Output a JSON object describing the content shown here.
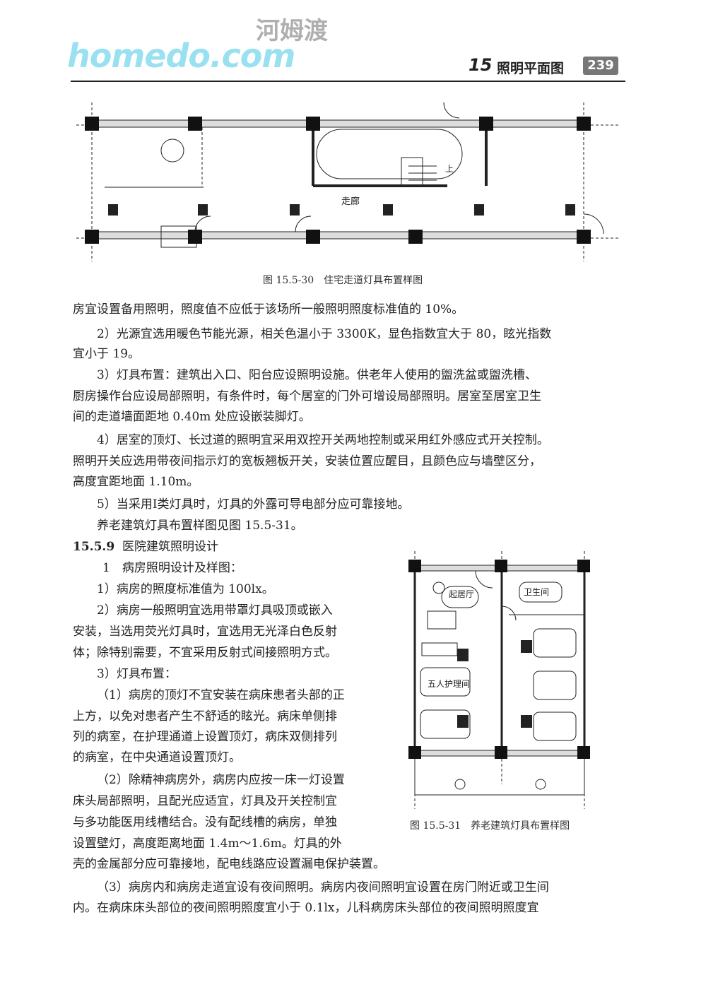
{
  "header": {
    "chapter_number": "15",
    "chapter_title": "照明平面图",
    "page_number": "239"
  },
  "figure1": {
    "corridor_label": "走廊",
    "stair_label": "上",
    "caption": "图 15.5-30　住宅走道灯具布置样图"
  },
  "figure2": {
    "living_label": "起居厅",
    "bath_label": "卫生间",
    "care_label": "五人护理间",
    "caption": "图 15.5-31　养老建筑灯具布置样图"
  },
  "body": {
    "p1": "房宜设置备用照明，照度值不应低于该场所一般照明照度标准值的 10%。",
    "p2a": "2）光源宜选用暖色节能光源，相关色温小于 3300K，显色指数宜大于 80，眩光指数",
    "p2b": "宜小于 19。",
    "p3a": "3）灯具布置：建筑出入口、阳台应设照明设施。供老年人使用的盥洗盆或盥洗槽、",
    "p3b": "厨房操作台应设局部照明，有条件时，每个居室的门外可增设局部照明。居室至居室卫生",
    "p3c": "间的走道墙面距地 0.40m 处应设嵌装脚灯。",
    "p4a": "4）居室的顶灯、长过道的照明宜采用双控开关两地控制或采用红外感应式开关控制。",
    "p4b": "照明开关应选用带夜间指示灯的宽板翘板开关，安装位置应醒目，且颜色应与墙壁区分，",
    "p4c": "高度宜距地面 1.10m。",
    "p5": "5）当采用Ⅰ类灯具时，灯具的外露可导电部分应可靠接地。",
    "p6": "养老建筑灯具布置样图见图 15.5-31。",
    "sec_num": "15.5.9",
    "sec_title": "医院建筑照明设计",
    "s1": "1　病房照明设计及样图：",
    "s2": "1）病房的照度标准值为 100lx。",
    "s3a": "2）病房一般照明宜选用带罩灯具吸顶或嵌入",
    "s3b": "安装，当选用荧光灯具时，宜选用无光泽白色反射",
    "s3c": "体；除特别需要，不宜采用反射式间接照明方式。",
    "s4": "3）灯具布置：",
    "s5a": "（1）病房的顶灯不宜安装在病床患者头部的正",
    "s5b": "上方，以免对患者产生不舒适的眩光。病床单侧排",
    "s5c": "列的病室，在护理通道上设置顶灯，病床双侧排列",
    "s5d": "的病室，在中央通道设置顶灯。",
    "s6a": "（2）除精神病房外，病房内应按一床一灯设置",
    "s6b": "床头局部照明，且配光应适宜，灯具及开关控制宜",
    "s6c": "与多功能医用线槽结合。没有配线槽的病房，单独",
    "s6d": "设置壁灯，高度距离地面 1.4m～1.6m。灯具的外",
    "s6e": "壳的金属部分应可靠接地，配电线路应设置漏电保护装置。",
    "s7a": "（3）病房内和病房走道宜设有夜间照明。病房内夜间照明宜设置在房门附近或卫生间",
    "s7b": "内。在病床床头部位的夜间照明照度宜小于 0.1lx，儿科病房床头部位的夜间照明照度宜"
  },
  "watermark": {
    "brand": "homedo.com",
    "brand_cn": "河姆渡"
  }
}
